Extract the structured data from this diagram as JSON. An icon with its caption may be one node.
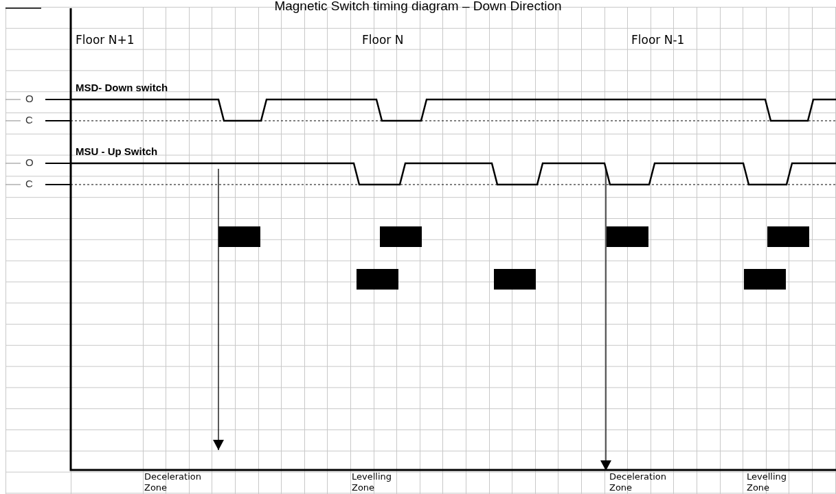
{
  "diagram": {
    "title": "Magnetic Switch timing diagram – Down Direction",
    "nodes": [
      {
        "text": [
          "Deceleration Zone"
        ]
      },
      {
        "text": [
          "Levelling Zone"
        ]
      },
      {
        "text": [
          "Deceleration Zone"
        ]
      },
      {
        "text": [
          "Levelling Zone"
        ]
      }
    ],
    "edges": [
      {
        "from": null,
        "to": 0,
        "arrow": "to"
      },
      {
        "from": null,
        "to": 2,
        "arrow": "to"
      }
    ],
    "labels": [
      "Floor N+1",
      "Floor N",
      "Floor N-1",
      "MSD- Down switch",
      "O",
      "C",
      "MSU - Up Switch",
      "O",
      "C"
    ]
  }
}
